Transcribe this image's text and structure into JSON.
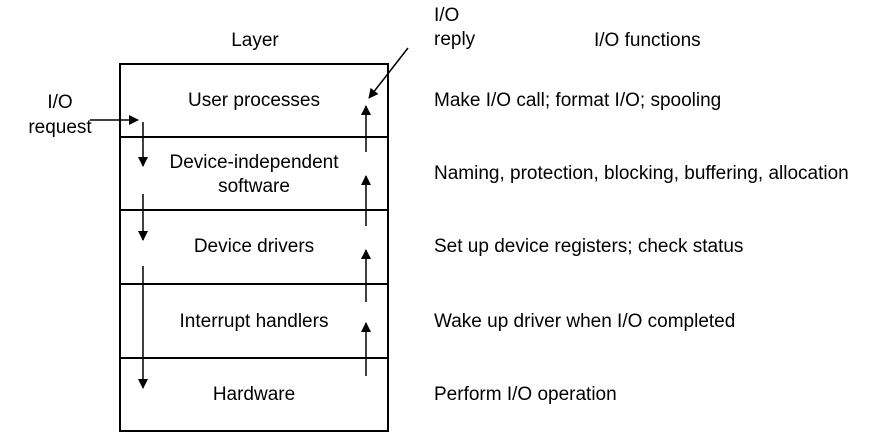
{
  "headers": {
    "layer": "Layer",
    "reply": "I/O\nreply",
    "functions": "I/O functions"
  },
  "request_label": "I/O\nrequest",
  "layers": [
    {
      "name": "User processes",
      "function": "Make I/O call; format I/O; spooling"
    },
    {
      "name": "Device-independent\nsoftware",
      "function": "Naming, protection, blocking, buffering, allocation"
    },
    {
      "name": "Device drivers",
      "function": "Set up device registers; check status"
    },
    {
      "name": "Interrupt handlers",
      "function": "Wake up driver when I/O completed"
    },
    {
      "name": "Hardware",
      "function": "Perform I/O operation"
    }
  ]
}
